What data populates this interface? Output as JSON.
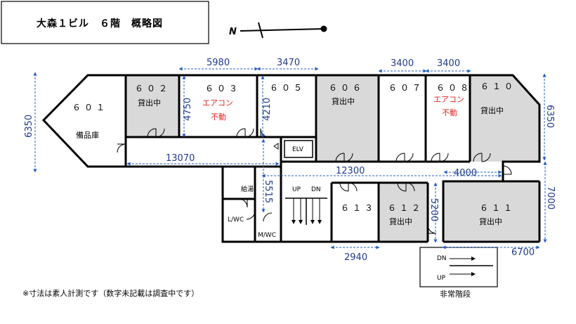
{
  "title": "大森１ビル　６階　概略図",
  "north": "N",
  "note": "※寸法は素人計測です（数字未記載は調査中です）",
  "rooms": {
    "r601": {
      "num": "６０１",
      "label": "備品庫"
    },
    "r602": {
      "num": "６０２",
      "status": "貸出中"
    },
    "r603": {
      "num": "６０３",
      "warn1": "エアコン",
      "warn2": "不動"
    },
    "r605": {
      "num": "６０５"
    },
    "r606": {
      "num": "６０６",
      "status": "貸出中"
    },
    "r607": {
      "num": "６０７"
    },
    "r608": {
      "num": "６０８",
      "warn1": "エアコン",
      "warn2": "不動"
    },
    "r610": {
      "num": "６１０",
      "status": "貸出中"
    },
    "r611": {
      "num": "６１１",
      "status": "貸出中"
    },
    "r612": {
      "num": "６１２",
      "status": "貸出中"
    },
    "r613": {
      "num": "６１３"
    }
  },
  "facilities": {
    "elv": "ELV",
    "kyuto": "給湯",
    "lwc": "L/WC",
    "mwc": "M/WC",
    "stairs_up": "UP",
    "stairs_dn": "DN",
    "emergency_dn": "DN",
    "emergency_up": "UP",
    "emergency_label": "非常階段"
  },
  "dimensions": {
    "d5980": "5980",
    "d3470": "3470",
    "d3400a": "3400",
    "d3400b": "3400",
    "d6350_left": "6350",
    "d6350_right": "6350",
    "d4750": "4750",
    "d4210": "4210",
    "d13070": "13070",
    "d12300": "12300",
    "d4000": "4000",
    "d5515": "5515",
    "d5200": "5200",
    "d7000": "7000",
    "d2940": "2940",
    "d6700": "6700"
  },
  "colors": {
    "rented_fill": "#d9d9d9",
    "dimension_line": "#1f5cc7",
    "dimension_text": "#1f3b8c",
    "warning_text": "#e8231c"
  }
}
